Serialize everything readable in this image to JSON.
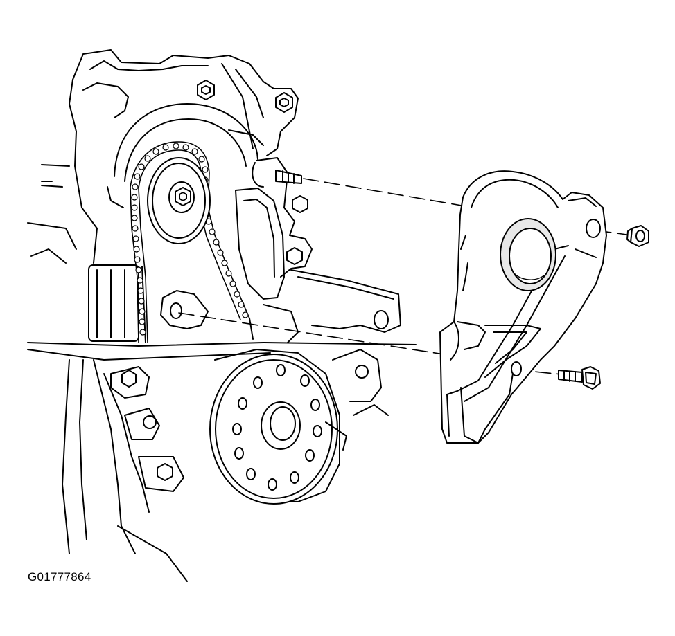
{
  "figure": {
    "id_label": "G01777864",
    "line_color": "#000000",
    "fill_light": "#ffffff",
    "fill_shade": "#e8e8e8",
    "parts": [
      "engine-block",
      "timing-chain",
      "camshaft-sprocket",
      "chain-tensioner",
      "water-pump-pulley",
      "timing-cover",
      "cover-nut",
      "cover-bolt",
      "mounting-stud"
    ],
    "leader_style": "dashed"
  }
}
